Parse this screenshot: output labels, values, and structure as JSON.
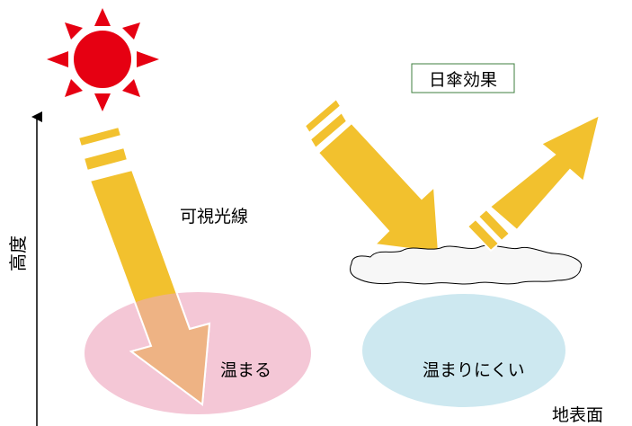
{
  "diagram": {
    "labels": {
      "altitude": "高度",
      "visible_light": "可視光線",
      "umbrella_effect": "日傘効果",
      "warms": "温まる",
      "hard_to_warm": "温まりにくい",
      "ground_surface": "地表面"
    },
    "colors": {
      "sun": "#e60012",
      "arrow": "#f2c12e",
      "arrow_outline": "#ffffff",
      "pink_ellipse": "#f4c7d6",
      "blue_ellipse": "#cde8f0",
      "overlap": "#eeb384",
      "cloud": "#f7f7f7",
      "box_border": "#3f7f3f"
    },
    "icons": [
      "sun-icon",
      "cloud-icon"
    ]
  }
}
